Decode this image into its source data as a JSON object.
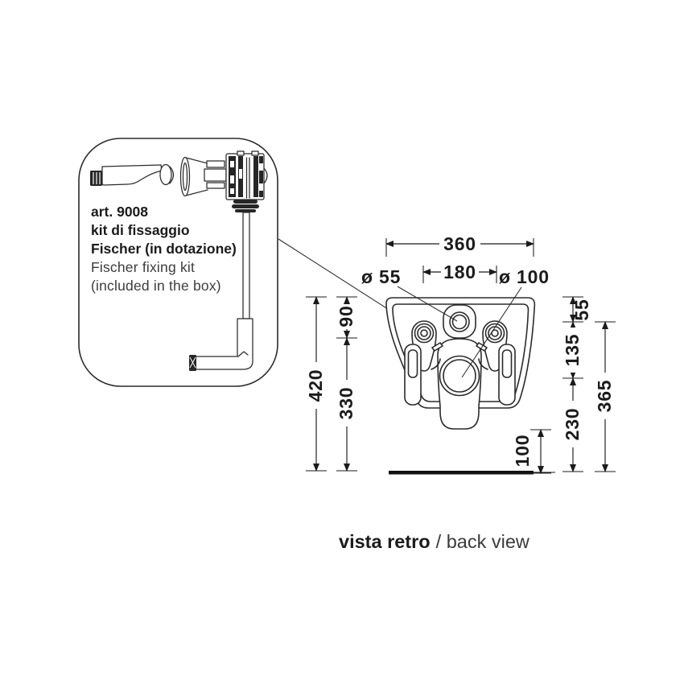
{
  "inset": {
    "art_code": "art. 9008",
    "kit_line_it": "kit di fissaggio",
    "brand_line_it": "Fischer (in dotazione)",
    "kit_line_en": "Fischer fixing kit",
    "included_line_en": "(included in the box)"
  },
  "dimensions": {
    "top_width_mm": "360",
    "inlet_spacing_mm": "180",
    "inlet_hole_diameter": "ø 55",
    "drain_hole_diameter": "ø 100",
    "total_height_mm": "420",
    "top_to_fixing_holes_mm": "90",
    "fixing_holes_to_floor_mm": "330",
    "top_to_inlet_mm": "55",
    "inlet_to_drain_mm": "135",
    "drain_to_floor_mm": "230",
    "inlet_to_floor_mm": "365",
    "drain_clearance_mm": "100"
  },
  "caption": {
    "title_it": "vista retro",
    "title_en": "/ back view"
  },
  "colors": {
    "background": "#ffffff",
    "drawing_line": "#2b2b2b",
    "dimension_text": "#1b1b1b"
  }
}
